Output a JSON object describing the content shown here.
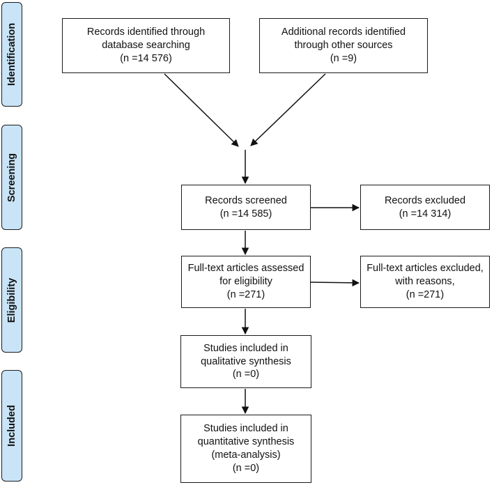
{
  "phases": {
    "identification": "Identification",
    "screening": "Screening",
    "eligibility": "Eligibility",
    "included": "Included"
  },
  "boxes": {
    "database": {
      "line1": "Records identified through",
      "line2": "database searching",
      "line3": "(n =14 576)"
    },
    "additional": {
      "line1": "Additional records identified",
      "line2": "through other sources",
      "line3": "(n =9)"
    },
    "screened": {
      "line1": "Records screened",
      "line2": "(n =14 585)"
    },
    "excluded": {
      "line1": "Records excluded",
      "line2": "(n =14 314)"
    },
    "fulltext": {
      "line1": "Full-text articles assessed",
      "line2": "for eligibility",
      "line3": "(n =271)"
    },
    "fulltext_excluded": {
      "line1": "Full-text articles excluded,",
      "line2": "with reasons,",
      "line3": "(n =271)"
    },
    "qualitative": {
      "line1": "Studies included in",
      "line2": "qualitative synthesis",
      "line3": "(n =0)"
    },
    "quantitative": {
      "line1": "Studies included in",
      "line2": "quantitative synthesis",
      "line3": "(meta-analysis)",
      "line4": "(n =0)"
    }
  }
}
